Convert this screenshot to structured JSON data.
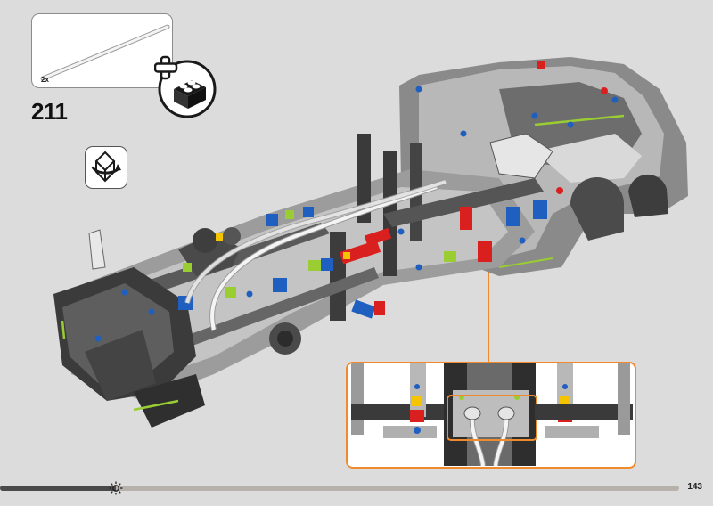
{
  "step": {
    "number": "211",
    "parts": [
      {
        "quantity_label": "2x",
        "part": "flexible-axle",
        "color": "#f2f2f2"
      }
    ]
  },
  "icons": {
    "build_badge": "add-brick-icon",
    "rotate": "rotate-model-icon",
    "progress_marker": "sun-icon"
  },
  "progress": {
    "fraction": 0.17
  },
  "page": {
    "number": "143"
  },
  "colors": {
    "callout_border": "#f08a2e",
    "background": "#dcdcdc",
    "accent_lime": "#9acd32",
    "brick_red": "#d9201f",
    "brick_blue": "#1f5fbf",
    "brick_yellow": "#f5c400"
  }
}
